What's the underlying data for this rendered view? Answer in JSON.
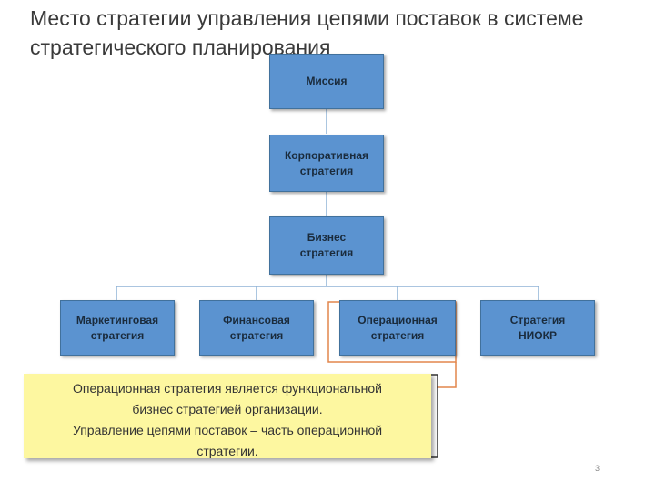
{
  "title": "Место стратегии управления цепями поставок в системе стратегического планирования",
  "boxes": {
    "mission": "Миссия",
    "corporate": "Корпоративная стратегия",
    "business": "Бизнес стратегия",
    "marketing": "Маркетинговая стратегия",
    "financial": "Финансовая стратегия",
    "operational": "Операционная стратегия",
    "rnd": "Стратегия НИОКР"
  },
  "note": {
    "line1": "Операционная стратегия является  функциональной",
    "line2": "бизнес стратегией организации.",
    "line3": "Управление цепями поставок – часть операционной",
    "line4": "стратегии."
  },
  "page_number": "3",
  "colors": {
    "box_fill": "#5b93d0",
    "connector": "#8fb2d6",
    "highlight": "#e2864c",
    "note_fill": "#fdf7a0"
  }
}
